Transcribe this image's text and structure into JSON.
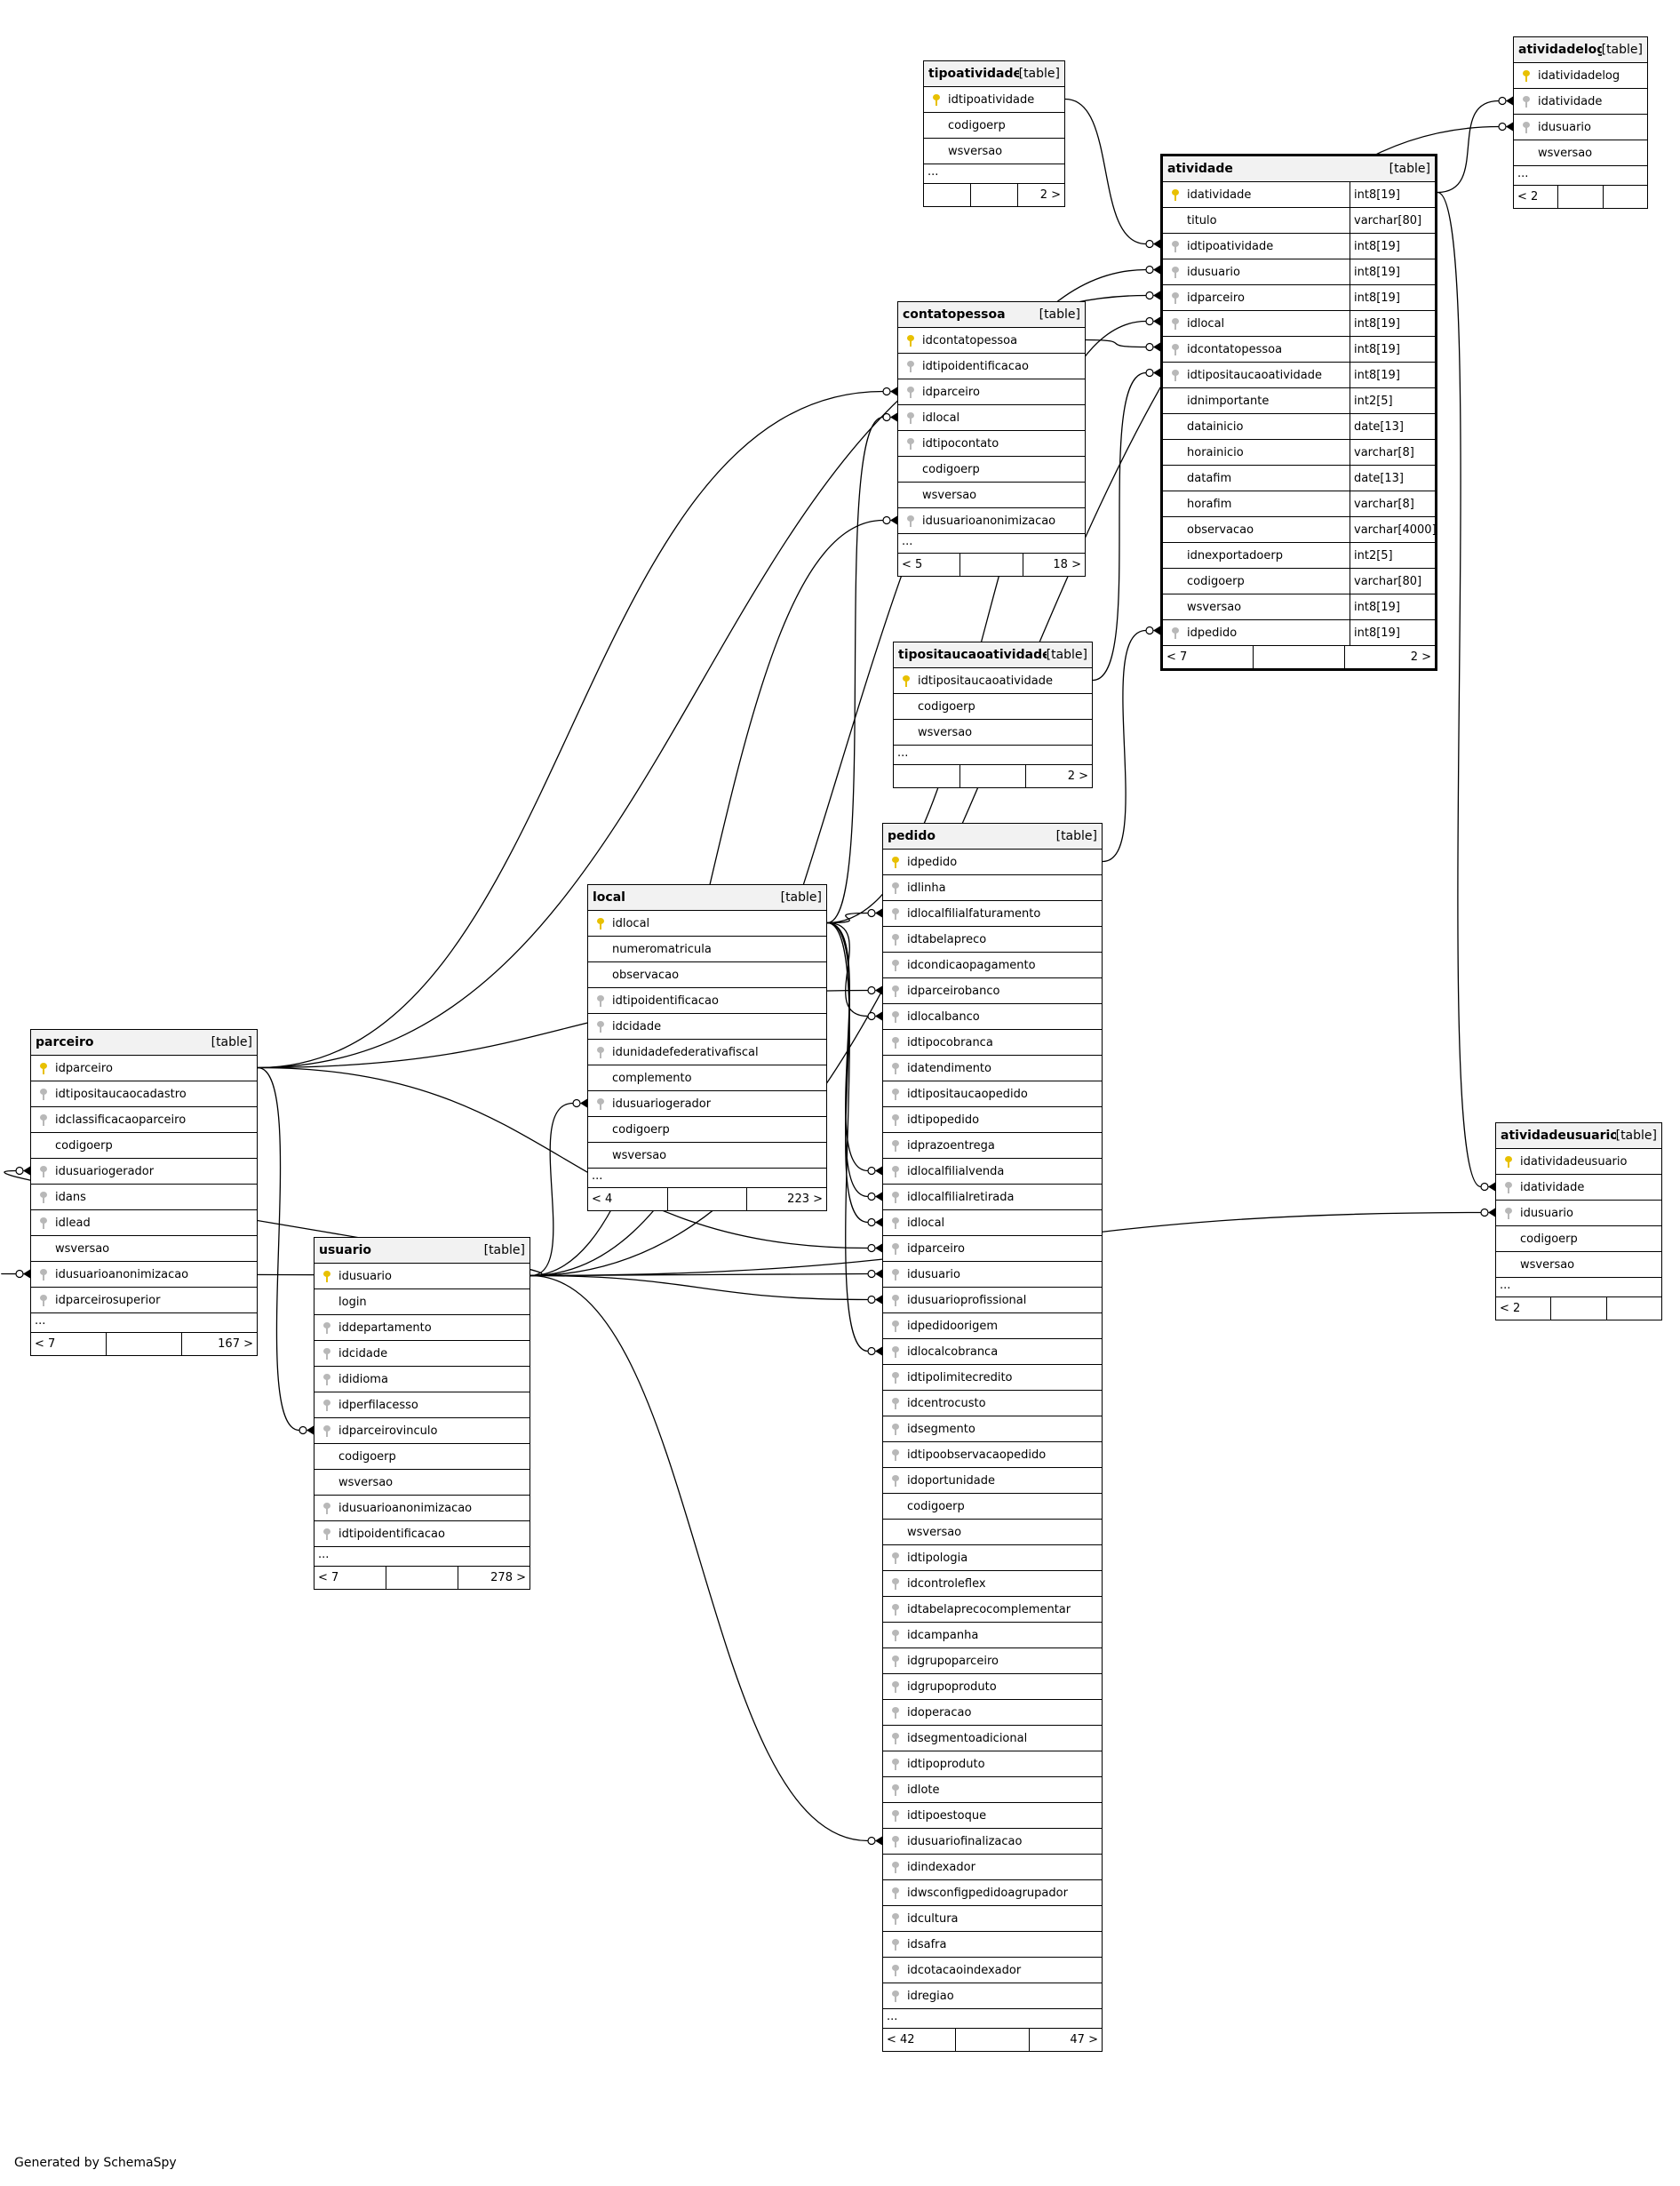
{
  "footer": "Generated by SchemaSpy",
  "tables": {
    "tipoatividade": {
      "name": "tipoatividade",
      "type": "[table]",
      "columns": [
        {
          "name": "idtipoatividade",
          "key": "pk"
        },
        {
          "name": "codigoerp",
          "key": ""
        },
        {
          "name": "wsversao",
          "key": ""
        }
      ],
      "more": "...",
      "parents": "",
      "children": "2 >"
    },
    "atividadelog": {
      "name": "atividadelog",
      "type": "[table]",
      "columns": [
        {
          "name": "idatividadelog",
          "key": "pk"
        },
        {
          "name": "idatividade",
          "key": "fk"
        },
        {
          "name": "idusuario",
          "key": "fk"
        },
        {
          "name": "wsversao",
          "key": ""
        }
      ],
      "more": "...",
      "parents": "< 2",
      "children": ""
    },
    "atividade": {
      "name": "atividade",
      "type": "[table]",
      "columns": [
        {
          "name": "idatividade",
          "key": "pk",
          "type": "int8[19]"
        },
        {
          "name": "titulo",
          "key": "",
          "type": "varchar[80]"
        },
        {
          "name": "idtipoatividade",
          "key": "fk",
          "type": "int8[19]"
        },
        {
          "name": "idusuario",
          "key": "fk",
          "type": "int8[19]"
        },
        {
          "name": "idparceiro",
          "key": "fk",
          "type": "int8[19]"
        },
        {
          "name": "idlocal",
          "key": "fk",
          "type": "int8[19]"
        },
        {
          "name": "idcontatopessoa",
          "key": "fk",
          "type": "int8[19]"
        },
        {
          "name": "idtipositaucaoatividade",
          "key": "fk",
          "type": "int8[19]"
        },
        {
          "name": "idnimportante",
          "key": "",
          "type": "int2[5]"
        },
        {
          "name": "datainicio",
          "key": "",
          "type": "date[13]"
        },
        {
          "name": "horainicio",
          "key": "",
          "type": "varchar[8]"
        },
        {
          "name": "datafim",
          "key": "",
          "type": "date[13]"
        },
        {
          "name": "horafim",
          "key": "",
          "type": "varchar[8]"
        },
        {
          "name": "observacao",
          "key": "",
          "type": "varchar[4000]"
        },
        {
          "name": "idnexportadoerp",
          "key": "",
          "type": "int2[5]"
        },
        {
          "name": "codigoerp",
          "key": "",
          "type": "varchar[80]"
        },
        {
          "name": "wsversao",
          "key": "",
          "type": "int8[19]"
        },
        {
          "name": "idpedido",
          "key": "fk",
          "type": "int8[19]"
        }
      ],
      "more": "",
      "parents": "< 7",
      "children": "2 >"
    },
    "contatopessoa": {
      "name": "contatopessoa",
      "type": "[table]",
      "columns": [
        {
          "name": "idcontatopessoa",
          "key": "pk"
        },
        {
          "name": "idtipoidentificacao",
          "key": "fk"
        },
        {
          "name": "idparceiro",
          "key": "fk"
        },
        {
          "name": "idlocal",
          "key": "fk"
        },
        {
          "name": "idtipocontato",
          "key": "fk"
        },
        {
          "name": "codigoerp",
          "key": ""
        },
        {
          "name": "wsversao",
          "key": ""
        },
        {
          "name": "idusuarioanonimizacao",
          "key": "fk"
        }
      ],
      "more": "...",
      "parents": "< 5",
      "children": "18 >"
    },
    "tipositaucaoatividade": {
      "name": "tipositaucaoatividade",
      "type": "[table]",
      "columns": [
        {
          "name": "idtipositaucaoatividade",
          "key": "pk"
        },
        {
          "name": "codigoerp",
          "key": ""
        },
        {
          "name": "wsversao",
          "key": ""
        }
      ],
      "more": "...",
      "parents": "",
      "children": "2 >"
    },
    "pedido": {
      "name": "pedido",
      "type": "[table]",
      "columns": [
        {
          "name": "idpedido",
          "key": "pk"
        },
        {
          "name": "idlinha",
          "key": "fk"
        },
        {
          "name": "idlocalfilialfaturamento",
          "key": "fk"
        },
        {
          "name": "idtabelapreco",
          "key": "fk"
        },
        {
          "name": "idcondicaopagamento",
          "key": "fk"
        },
        {
          "name": "idparceirobanco",
          "key": "fk"
        },
        {
          "name": "idlocalbanco",
          "key": "fk"
        },
        {
          "name": "idtipocobranca",
          "key": "fk"
        },
        {
          "name": "idatendimento",
          "key": "fk"
        },
        {
          "name": "idtipositaucaopedido",
          "key": "fk"
        },
        {
          "name": "idtipopedido",
          "key": "fk"
        },
        {
          "name": "idprazoentrega",
          "key": "fk"
        },
        {
          "name": "idlocalfilialvenda",
          "key": "fk"
        },
        {
          "name": "idlocalfilialretirada",
          "key": "fk"
        },
        {
          "name": "idlocal",
          "key": "fk"
        },
        {
          "name": "idparceiro",
          "key": "fk"
        },
        {
          "name": "idusuario",
          "key": "fk"
        },
        {
          "name": "idusuarioprofissional",
          "key": "fk"
        },
        {
          "name": "idpedidoorigem",
          "key": "fk"
        },
        {
          "name": "idlocalcobranca",
          "key": "fk"
        },
        {
          "name": "idtipolimitecredito",
          "key": "fk"
        },
        {
          "name": "idcentrocusto",
          "key": "fk"
        },
        {
          "name": "idsegmento",
          "key": "fk"
        },
        {
          "name": "idtipoobservacaopedido",
          "key": "fk"
        },
        {
          "name": "idoportunidade",
          "key": "fk"
        },
        {
          "name": "codigoerp",
          "key": ""
        },
        {
          "name": "wsversao",
          "key": ""
        },
        {
          "name": "idtipologia",
          "key": "fk"
        },
        {
          "name": "idcontroleflex",
          "key": "fk"
        },
        {
          "name": "idtabelaprecocomplementar",
          "key": "fk"
        },
        {
          "name": "idcampanha",
          "key": "fk"
        },
        {
          "name": "idgrupoparceiro",
          "key": "fk"
        },
        {
          "name": "idgrupoproduto",
          "key": "fk"
        },
        {
          "name": "idoperacao",
          "key": "fk"
        },
        {
          "name": "idsegmentoadicional",
          "key": "fk"
        },
        {
          "name": "idtipoproduto",
          "key": "fk"
        },
        {
          "name": "idlote",
          "key": "fk"
        },
        {
          "name": "idtipoestoque",
          "key": "fk"
        },
        {
          "name": "idusuariofinalizacao",
          "key": "fk"
        },
        {
          "name": "idindexador",
          "key": "fk"
        },
        {
          "name": "idwsconfigpedidoagrupador",
          "key": "fk"
        },
        {
          "name": "idcultura",
          "key": "fk"
        },
        {
          "name": "idsafra",
          "key": "fk"
        },
        {
          "name": "idcotacaoindexador",
          "key": "fk"
        },
        {
          "name": "idregiao",
          "key": "fk"
        }
      ],
      "more": "...",
      "parents": "< 42",
      "children": "47 >"
    },
    "local": {
      "name": "local",
      "type": "[table]",
      "columns": [
        {
          "name": "idlocal",
          "key": "pk"
        },
        {
          "name": "numeromatricula",
          "key": ""
        },
        {
          "name": "observacao",
          "key": ""
        },
        {
          "name": "idtipoidentificacao",
          "key": "fk"
        },
        {
          "name": "idcidade",
          "key": "fk"
        },
        {
          "name": "idunidadefederativafiscal",
          "key": "fk"
        },
        {
          "name": "complemento",
          "key": ""
        },
        {
          "name": "idusuariogerador",
          "key": "fk"
        },
        {
          "name": "codigoerp",
          "key": ""
        },
        {
          "name": "wsversao",
          "key": ""
        }
      ],
      "more": "...",
      "parents": "< 4",
      "children": "223 >"
    },
    "parceiro": {
      "name": "parceiro",
      "type": "[table]",
      "columns": [
        {
          "name": "idparceiro",
          "key": "pk"
        },
        {
          "name": "idtipositaucaocadastro",
          "key": "fk"
        },
        {
          "name": "idclassificacaoparceiro",
          "key": "fk"
        },
        {
          "name": "codigoerp",
          "key": ""
        },
        {
          "name": "idusuariogerador",
          "key": "fk"
        },
        {
          "name": "idans",
          "key": "fk"
        },
        {
          "name": "idlead",
          "key": "fk"
        },
        {
          "name": "wsversao",
          "key": ""
        },
        {
          "name": "idusuarioanonimizacao",
          "key": "fk"
        },
        {
          "name": "idparceirosuperior",
          "key": "fk"
        }
      ],
      "more": "...",
      "parents": "< 7",
      "children": "167 >"
    },
    "usuario": {
      "name": "usuario",
      "type": "[table]",
      "columns": [
        {
          "name": "idusuario",
          "key": "pk"
        },
        {
          "name": "login",
          "key": ""
        },
        {
          "name": "iddepartamento",
          "key": "fk"
        },
        {
          "name": "idcidade",
          "key": "fk"
        },
        {
          "name": "ididioma",
          "key": "fk"
        },
        {
          "name": "idperfilacesso",
          "key": "fk"
        },
        {
          "name": "idparceirovinculo",
          "key": "fk"
        },
        {
          "name": "codigoerp",
          "key": ""
        },
        {
          "name": "wsversao",
          "key": ""
        },
        {
          "name": "idusuarioanonimizacao",
          "key": "fk"
        },
        {
          "name": "idtipoidentificacao",
          "key": "fk"
        }
      ],
      "more": "...",
      "parents": "< 7",
      "children": "278 >"
    },
    "atividadeusuario": {
      "name": "atividadeusuario",
      "type": "[table]",
      "columns": [
        {
          "name": "idatividadeusuario",
          "key": "pk"
        },
        {
          "name": "idatividade",
          "key": "fk"
        },
        {
          "name": "idusuario",
          "key": "fk"
        },
        {
          "name": "codigoerp",
          "key": ""
        },
        {
          "name": "wsversao",
          "key": ""
        }
      ],
      "more": "...",
      "parents": "< 2",
      "children": ""
    }
  }
}
